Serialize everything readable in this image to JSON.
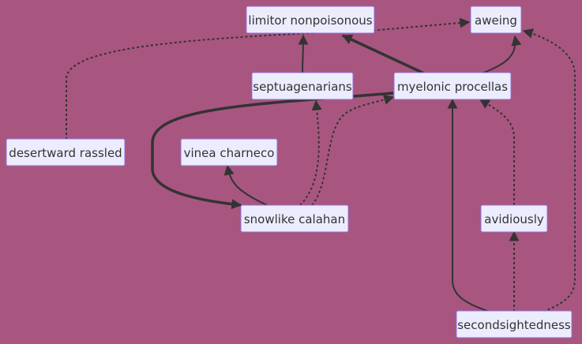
{
  "colors": {
    "background": "#a8567f",
    "node_fill": "#ececff",
    "node_border": "#9370db",
    "edge": "#333333",
    "text": "#333333"
  },
  "nodes": {
    "limitor": "limitor nonpoisonous",
    "aweing": "aweing",
    "septuagenarians": "septuagenarians",
    "myelonic": "myelonic procellas",
    "desertward": "desertward rassled",
    "vinea": "vinea charneco",
    "snowlike": "snowlike calahan",
    "avidiously": "avidiously",
    "secondsightedness": "secondsightedness"
  },
  "edges": [
    {
      "from": "septuagenarians",
      "to": "limitor",
      "style": "solid"
    },
    {
      "from": "myelonic",
      "to": "limitor",
      "style": "thick"
    },
    {
      "from": "myelonic",
      "to": "aweing",
      "style": "solid"
    },
    {
      "from": "desertward",
      "to": "aweing",
      "style": "dotted"
    },
    {
      "from": "myelonic",
      "to": "snowlike",
      "style": "thick"
    },
    {
      "from": "snowlike",
      "to": "vinea",
      "style": "solid"
    },
    {
      "from": "snowlike",
      "to": "septuagenarians",
      "style": "dotted"
    },
    {
      "from": "snowlike",
      "to": "myelonic",
      "style": "dotted"
    },
    {
      "from": "secondsightedness",
      "to": "myelonic",
      "style": "solid"
    },
    {
      "from": "avidiously",
      "to": "myelonic",
      "style": "dotted"
    },
    {
      "from": "secondsightedness",
      "to": "avidiously",
      "style": "dotted"
    },
    {
      "from": "secondsightedness",
      "to": "aweing",
      "style": "dotted"
    }
  ]
}
